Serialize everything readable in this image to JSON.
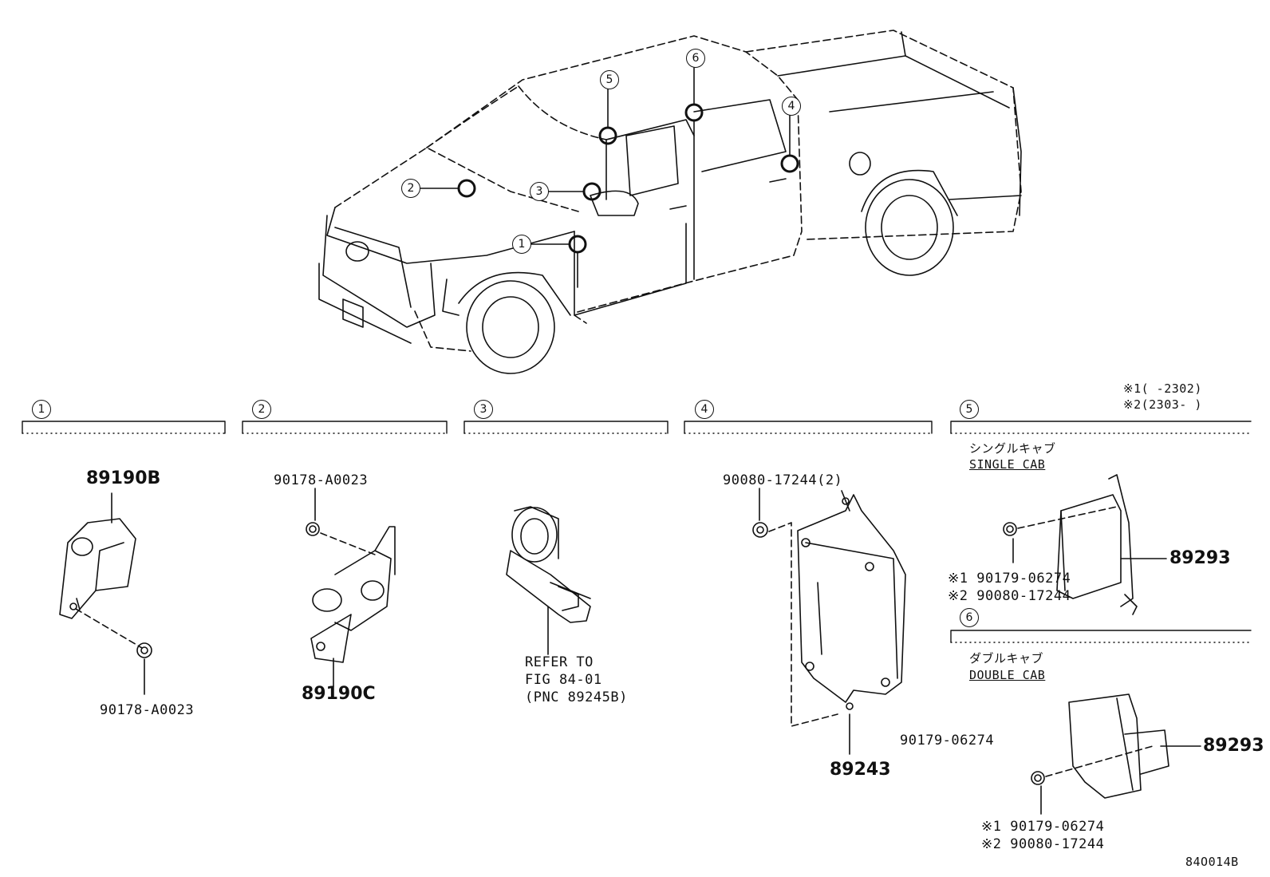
{
  "sections": [
    {
      "num": "1",
      "label": "①"
    },
    {
      "num": "2",
      "label": "②"
    },
    {
      "num": "3",
      "label": "③"
    },
    {
      "num": "4",
      "label": "④"
    },
    {
      "num": "5",
      "label": "⑤"
    },
    {
      "num": "6",
      "label": "⑥"
    }
  ],
  "vehicle_callouts": [
    "1",
    "2",
    "3",
    "4",
    "5",
    "6"
  ],
  "notes": {
    "n1": "※1(      -2302)",
    "n2": "※2(2303-      )"
  },
  "sec1": {
    "part_main": "89190B",
    "bolt": "90178-A0023"
  },
  "sec2": {
    "bolt": "90178-A0023",
    "part_main": "89190C"
  },
  "sec3": {
    "ref_line1": "REFER TO",
    "ref_line2": "FIG 84-01",
    "ref_line3": "(PNC 89245B)"
  },
  "sec4": {
    "bolt": "90080-17244(2)",
    "part_main": "89243",
    "bolt2": "90179-06274"
  },
  "sec5": {
    "title_jp": "シングルキャブ",
    "title_en": "SINGLE CAB",
    "part_main": "89293",
    "bolt1": "※1 90179-06274",
    "bolt2": "※2 90080-17244"
  },
  "sec6": {
    "title_jp": "ダブルキャブ",
    "title_en": "DOUBLE CAB",
    "part_main": "89293",
    "bolt1": "※1 90179-06274",
    "bolt2": "※2 90080-17244"
  },
  "figure_code": "84O014B"
}
